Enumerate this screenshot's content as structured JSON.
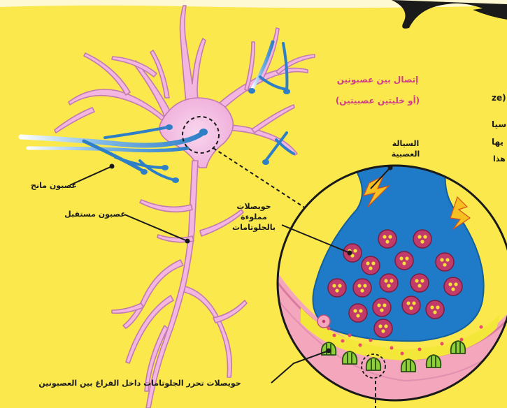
{
  "labels": {
    "synapse_title_1": "إتصال بين عصبونين",
    "synapse_title_2": "(أو خليتين عصبيتين)",
    "nerve_impulse": "السيالة\nالعصبية",
    "vesicles_glutamate": "حويصلات\nمملوءة\nبالجلوتامات",
    "donor_neuron": "عصبون مانح",
    "receiver_neuron": "عصبون مستقبل",
    "vesicle_release": "حويصلات تحرر الجلوتامات داخل الفراغ بين العصبونين"
  },
  "side_text": [
    "(ze",
    "سيا",
    "يها",
    "هذا"
  ],
  "colors": {
    "background": "#fae84c",
    "neuron_pink": "#f2b6e0",
    "neuron_outline": "#c27ab0",
    "axon_blue": "#2f7fc7",
    "terminal_blue": "#1f7ac8",
    "vesicle_fill": "#c03a6a",
    "glutamate": "#f5e03a",
    "receptor_green": "#8ccf3a",
    "cleft_yellow": "#f3e83a",
    "membrane_pink": "#f4a6bd",
    "bolt": "#f6c020"
  },
  "icons": [
    "bird-silhouette",
    "lightning-bolt-icon",
    "magnifier-circle"
  ]
}
